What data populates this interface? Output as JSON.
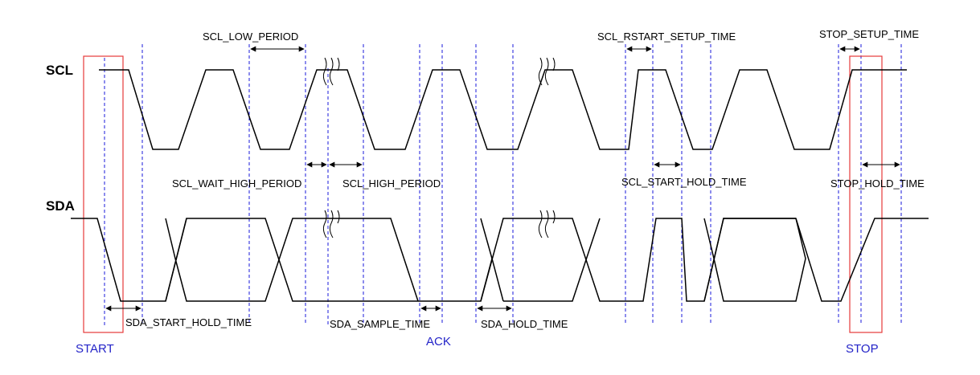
{
  "signals": {
    "scl": "SCL",
    "sda": "SDA"
  },
  "timings": {
    "scl_low_period": "SCL_LOW_PERIOD",
    "scl_rstart_setup_time": "SCL_RSTART_SETUP_TIME",
    "stop_setup_time": "STOP_SETUP_TIME",
    "scl_wait_high_period": "SCL_WAIT_HIGH_PERIOD",
    "scl_high_period": "SCL_HIGH_PERIOD",
    "scl_start_hold_time": "SCL_START_HOLD_TIME",
    "stop_hold_time": "STOP_HOLD_TIME",
    "sda_start_hold_time": "SDA_START_HOLD_TIME",
    "sda_sample_time": "SDA_SAMPLE_TIME",
    "sda_hold_time": "SDA_HOLD_TIME"
  },
  "markers": {
    "start": "START",
    "ack": "ACK",
    "stop": "STOP"
  },
  "colors": {
    "wave": "#000000",
    "guide": "#1a1adb",
    "marker_box": "#e63a3a",
    "marker_text": "#2323c8"
  }
}
